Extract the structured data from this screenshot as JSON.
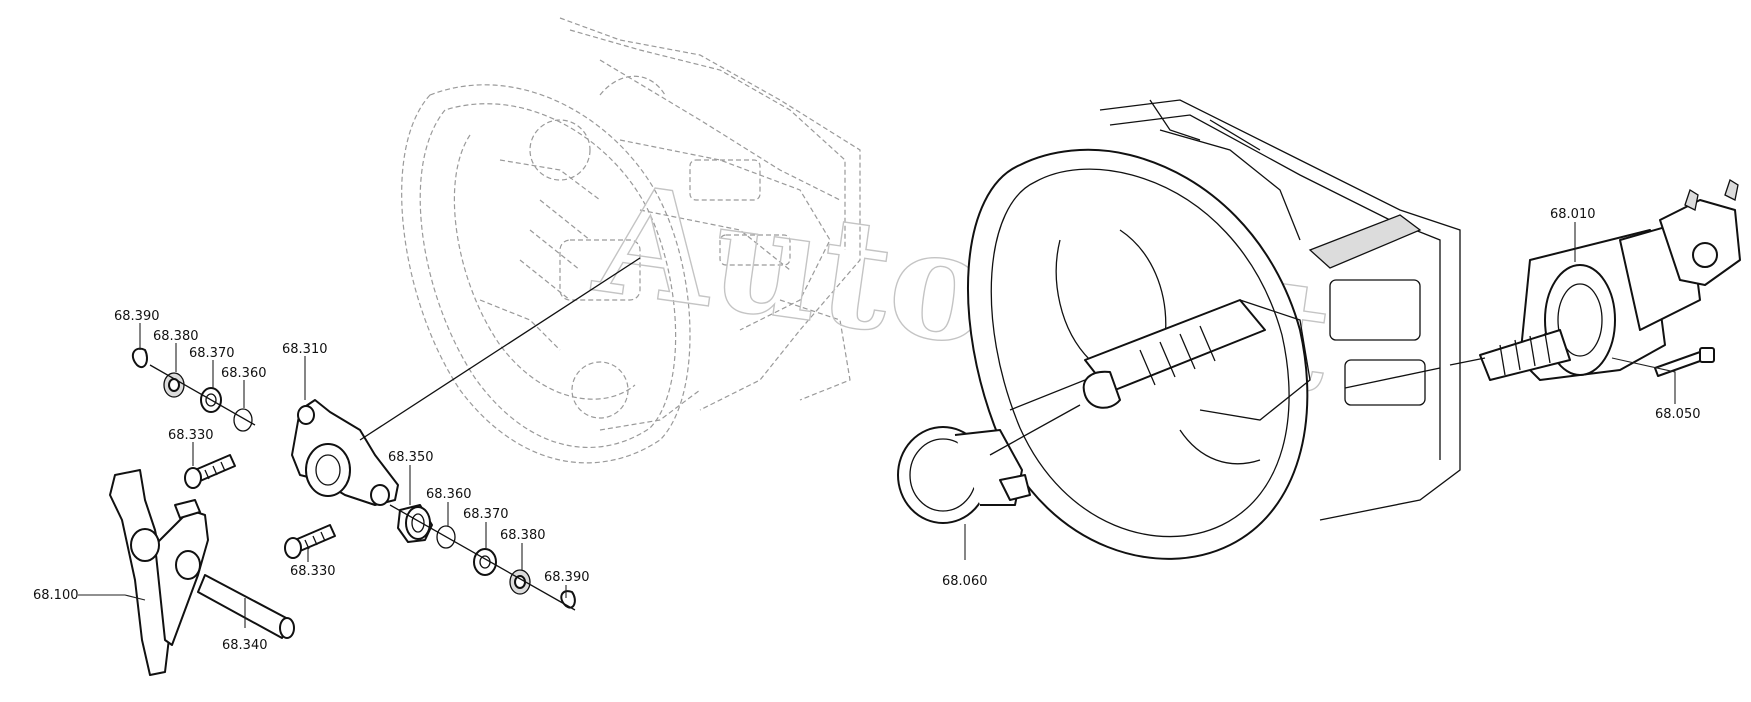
{
  "watermark": {
    "text": "AutoSoft"
  },
  "labels": {
    "p68_390_top": "68.390",
    "p68_380_top": "68.380",
    "p68_370_top": "68.370",
    "p68_360_top": "68.360",
    "p68_310": "68.310",
    "p68_330_top": "68.330",
    "p68_350": "68.350",
    "p68_360_bottom": "68.360",
    "p68_370_bottom": "68.370",
    "p68_380_bottom": "68.380",
    "p68_390_bottom": "68.390",
    "p68_330_bottom": "68.330",
    "p68_100": "68.100",
    "p68_340": "68.340",
    "p68_060": "68.060",
    "p68_010": "68.010",
    "p68_050": "68.050"
  },
  "colors": {
    "line": "#111111",
    "ghost_line": "#9a9a9a",
    "watermark": "#c4c4c4",
    "background": "#ffffff"
  }
}
